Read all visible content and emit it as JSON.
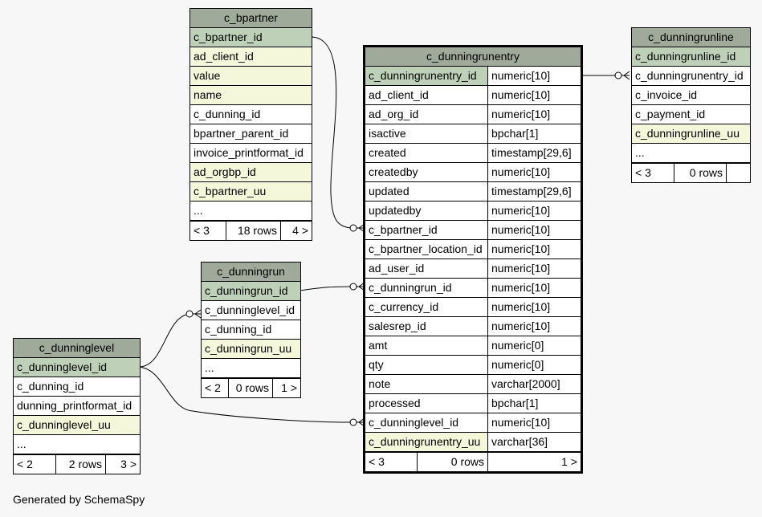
{
  "tables": {
    "c_bpartner": {
      "name": "c_bpartner",
      "rows": [
        {
          "label": "c_bpartner_id",
          "kind": "pk"
        },
        {
          "label": "ad_client_id",
          "kind": "idx"
        },
        {
          "label": "value",
          "kind": "idx"
        },
        {
          "label": "name",
          "kind": "idx"
        },
        {
          "label": "c_dunning_id",
          "kind": "plain"
        },
        {
          "label": "bpartner_parent_id",
          "kind": "plain"
        },
        {
          "label": "invoice_printformat_id",
          "kind": "plain"
        },
        {
          "label": "ad_orgbp_id",
          "kind": "idx"
        },
        {
          "label": "c_bpartner_uu",
          "kind": "idx"
        },
        {
          "label": "...",
          "kind": "plain"
        }
      ],
      "footer": [
        "< 3",
        "18 rows",
        "4 >"
      ]
    },
    "c_dunningrunentry": {
      "name": "c_dunningrunentry",
      "rows": [
        {
          "label": "c_dunningrunentry_id",
          "type": "numeric[10]",
          "kind": "pk"
        },
        {
          "label": "ad_client_id",
          "type": "numeric[10]",
          "kind": "plain"
        },
        {
          "label": "ad_org_id",
          "type": "numeric[10]",
          "kind": "plain"
        },
        {
          "label": "isactive",
          "type": "bpchar[1]",
          "kind": "plain"
        },
        {
          "label": "created",
          "type": "timestamp[29,6]",
          "kind": "plain"
        },
        {
          "label": "createdby",
          "type": "numeric[10]",
          "kind": "plain"
        },
        {
          "label": "updated",
          "type": "timestamp[29,6]",
          "kind": "plain"
        },
        {
          "label": "updatedby",
          "type": "numeric[10]",
          "kind": "plain"
        },
        {
          "label": "c_bpartner_id",
          "type": "numeric[10]",
          "kind": "plain"
        },
        {
          "label": "c_bpartner_location_id",
          "type": "numeric[10]",
          "kind": "plain"
        },
        {
          "label": "ad_user_id",
          "type": "numeric[10]",
          "kind": "plain"
        },
        {
          "label": "c_dunningrun_id",
          "type": "numeric[10]",
          "kind": "plain"
        },
        {
          "label": "c_currency_id",
          "type": "numeric[10]",
          "kind": "plain"
        },
        {
          "label": "salesrep_id",
          "type": "numeric[10]",
          "kind": "plain"
        },
        {
          "label": "amt",
          "type": "numeric[0]",
          "kind": "plain"
        },
        {
          "label": "qty",
          "type": "numeric[0]",
          "kind": "plain"
        },
        {
          "label": "note",
          "type": "varchar[2000]",
          "kind": "plain"
        },
        {
          "label": "processed",
          "type": "bpchar[1]",
          "kind": "plain"
        },
        {
          "label": "c_dunninglevel_id",
          "type": "numeric[10]",
          "kind": "plain"
        },
        {
          "label": "c_dunningrunentry_uu",
          "type": "varchar[36]",
          "kind": "idx"
        }
      ],
      "footer": [
        "< 3",
        "0 rows",
        "1 >"
      ]
    },
    "c_dunningrunline": {
      "name": "c_dunningrunline",
      "rows": [
        {
          "label": "c_dunningrunline_id",
          "kind": "pk"
        },
        {
          "label": "c_dunningrunentry_id",
          "kind": "plain"
        },
        {
          "label": "c_invoice_id",
          "kind": "plain"
        },
        {
          "label": "c_payment_id",
          "kind": "plain"
        },
        {
          "label": "c_dunningrunline_uu",
          "kind": "idx"
        },
        {
          "label": "...",
          "kind": "plain"
        }
      ],
      "footer": [
        "< 3",
        "0 rows",
        ""
      ]
    },
    "c_dunningrun": {
      "name": "c_dunningrun",
      "rows": [
        {
          "label": "c_dunningrun_id",
          "kind": "pk"
        },
        {
          "label": "c_dunninglevel_id",
          "kind": "plain"
        },
        {
          "label": "c_dunning_id",
          "kind": "plain"
        },
        {
          "label": "c_dunningrun_uu",
          "kind": "idx"
        },
        {
          "label": "...",
          "kind": "plain"
        }
      ],
      "footer": [
        "< 2",
        "0 rows",
        "1 >"
      ]
    },
    "c_dunninglevel": {
      "name": "c_dunninglevel",
      "rows": [
        {
          "label": "c_dunninglevel_id",
          "kind": "pk"
        },
        {
          "label": "c_dunning_id",
          "kind": "plain"
        },
        {
          "label": "dunning_printformat_id",
          "kind": "plain"
        },
        {
          "label": "c_dunninglevel_uu",
          "kind": "idx"
        },
        {
          "label": "...",
          "kind": "plain"
        }
      ],
      "footer": [
        "< 2",
        "2 rows",
        "3 >"
      ]
    }
  },
  "generated_by": "Generated by SchemaSpy"
}
